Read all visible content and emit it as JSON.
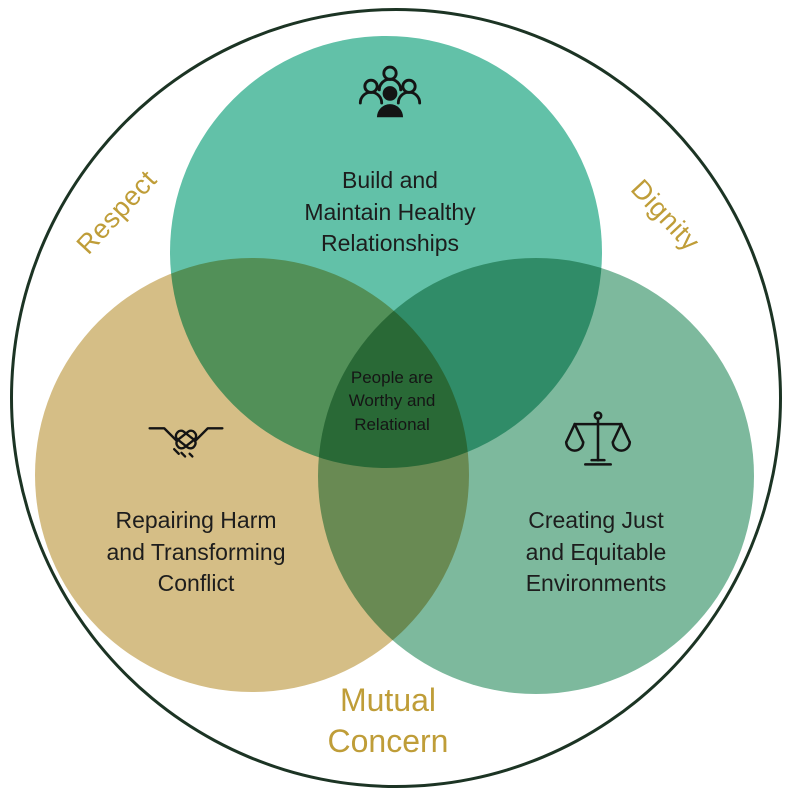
{
  "diagram": {
    "type": "venn",
    "outer_labels": {
      "top_left": "Respect",
      "top_right": "Dignity",
      "bottom": "Mutual Concern",
      "bottom_lines": [
        "Mutual",
        "Concern"
      ]
    },
    "center": {
      "text": "People are Worthy and Relational",
      "lines": [
        "People are",
        "Worthy and",
        "Relational"
      ]
    },
    "circles": [
      {
        "id": "relationships",
        "label": "Build and Maintain Healthy Relationships",
        "lines": [
          "Build and",
          "Maintain Healthy",
          "Relationships"
        ],
        "icon": "people-group-icon",
        "color": "#62c1a8"
      },
      {
        "id": "harm",
        "label": "Repairing Harm and Transforming Conflict",
        "lines": [
          "Repairing Harm",
          "and Transforming",
          "Conflict"
        ],
        "icon": "handshake-icon",
        "color": "#d5be86"
      },
      {
        "id": "environments",
        "label": "Creating Just and Equitable Environments",
        "lines": [
          "Creating Just",
          "and Equitable",
          "Environments"
        ],
        "icon": "scales-icon",
        "color": "#7db99d"
      }
    ],
    "colors": {
      "outline": "#1c3424",
      "gold": "#bf9d38",
      "text": "#1d1d1d",
      "background": "#ffffff"
    }
  }
}
